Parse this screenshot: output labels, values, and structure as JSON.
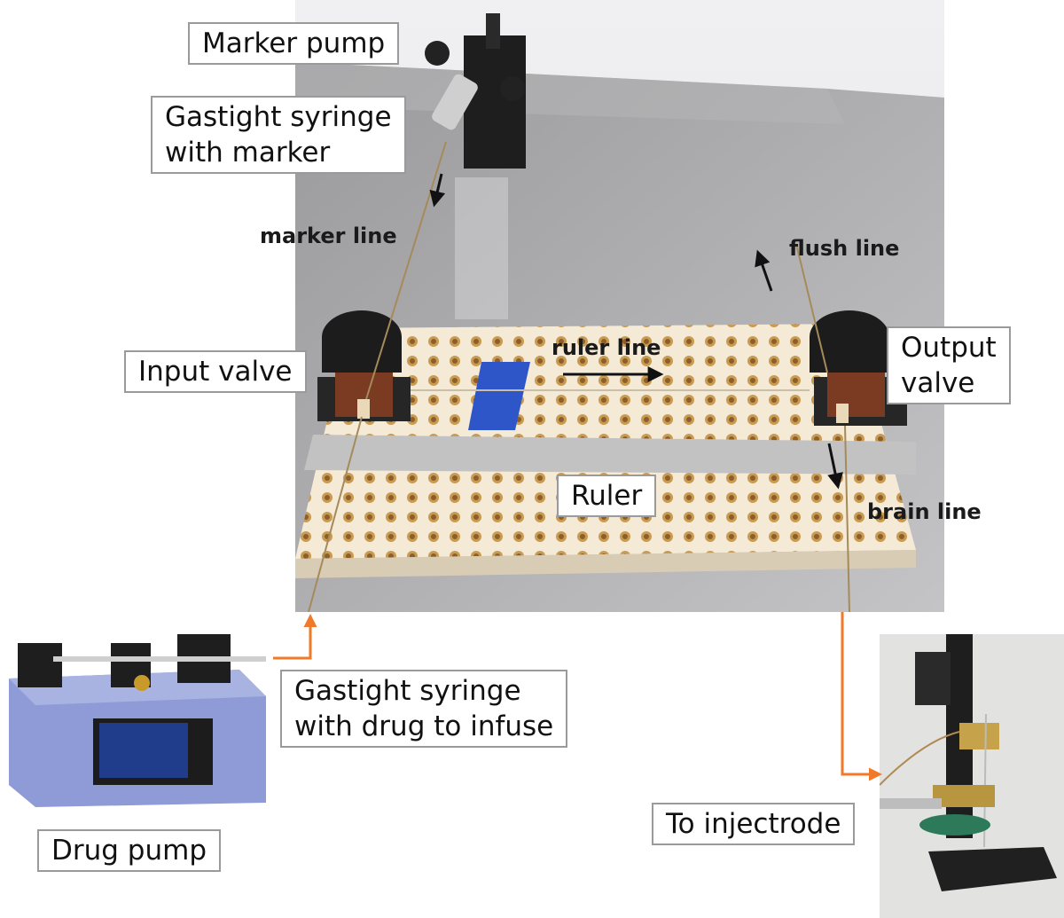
{
  "labels": {
    "marker_pump": "Marker pump",
    "gastight_marker_1": "Gastight syringe",
    "gastight_marker_2": "with marker",
    "input_valve": "Input valve",
    "output_valve_1": "Output",
    "output_valve_2": "valve",
    "ruler": "Ruler",
    "gastight_drug_1": "Gastight syringe",
    "gastight_drug_2": "with drug to infuse",
    "drug_pump": "Drug pump",
    "to_injectrode": "To injectrode"
  },
  "lines": {
    "marker_line": "marker line",
    "flush_line": "flush line",
    "ruler_line": "ruler line",
    "brain_line": "brain line"
  },
  "colors": {
    "arrow_black": "#111111",
    "arrow_orange": "#f07a2a",
    "board": "#f5ead6",
    "board_hole": "#c99a52",
    "tape": "#2f56c8",
    "ruler": "#bdbdbd",
    "pump_blue": "#8f9bd6"
  }
}
